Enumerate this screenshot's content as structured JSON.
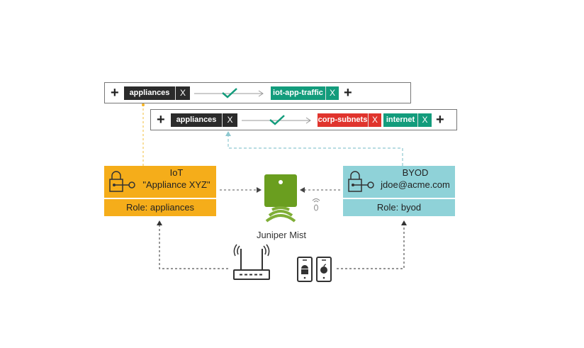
{
  "policies": [
    {
      "source": {
        "label": "appliances",
        "remove": "X"
      },
      "action": "allow",
      "destinations": [
        {
          "label": "iot-app-traffic",
          "remove": "X",
          "color": "#139c7c"
        }
      ],
      "add": "+"
    },
    {
      "source": {
        "label": "appliances",
        "remove": "X"
      },
      "action": "allow",
      "destinations": [
        {
          "label": "corp-subnets",
          "remove": "X",
          "color": "#e0342d"
        },
        {
          "label": "internet",
          "remove": "X",
          "color": "#139c7c"
        }
      ],
      "add": "+"
    }
  ],
  "clients": {
    "iot": {
      "type": "IoT",
      "name": "\"Appliance XYZ\"",
      "role": "Role: appliances",
      "color": "#f5ad1a"
    },
    "byod": {
      "type": "BYOD",
      "name": "jdoe@acme.com",
      "role": "Role: byod",
      "color": "#8fd2d8"
    }
  },
  "access_point": {
    "label": "Juniper Mist",
    "color": "#6a9e1f"
  },
  "devices": {
    "router": "wireless-router",
    "phones": [
      "android-phone",
      "apple-phone"
    ]
  }
}
